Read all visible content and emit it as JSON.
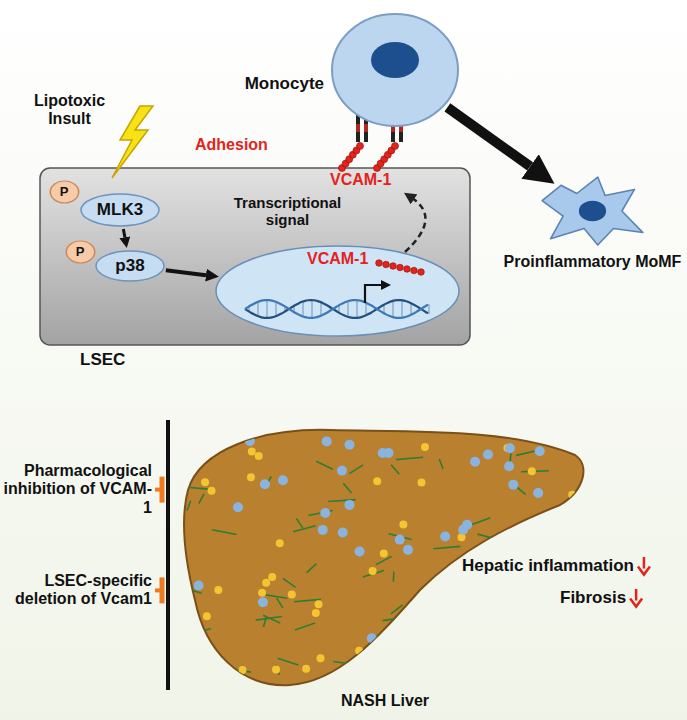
{
  "diagram": {
    "nodes": [
      {
        "text": [
          "Monocyte"
        ]
      },
      {
        "text": [
          "LSEC"
        ]
      },
      {
        "text": [
          "P"
        ],
        "in": 1
      },
      {
        "text": [
          "MLK3"
        ],
        "in": 1
      },
      {
        "text": [
          "P"
        ],
        "in": 1
      },
      {
        "text": [
          "p38"
        ],
        "in": 1
      },
      {
        "text": [
          "VCAM-1"
        ],
        "in": 1
      },
      {
        "text": [
          "Proinflammatory MoMF"
        ]
      },
      {
        "text": [
          "NASH Liver"
        ]
      }
    ],
    "edges": [
      {
        "from": 3,
        "to": 5,
        "arrow": "to"
      },
      {
        "from": 5,
        "to": 6,
        "arrow": "to",
        "label": "Transcriptional signal"
      },
      {
        "from": 0,
        "to": 7,
        "arrow": "to"
      }
    ],
    "labels": [
      "Lipotoxic Insult",
      "Adhesion",
      "VCAM-1",
      "Pharmacological inhibition of VCAM-1",
      "LSEC-specific deletion of Vcam1",
      "Hepatic inflammation",
      "Fibrosis"
    ]
  }
}
